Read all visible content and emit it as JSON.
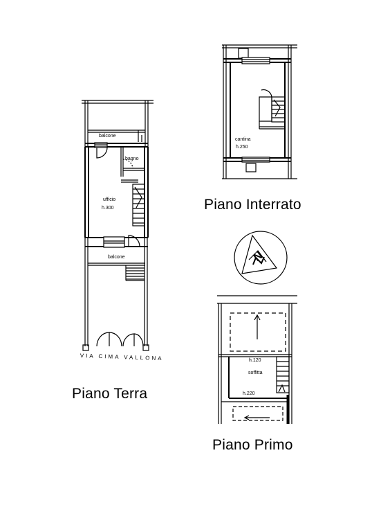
{
  "piano_terra": {
    "title": "Piano Terra",
    "rooms": {
      "balcone_top": "balcone",
      "bagno": "bagno",
      "ufficio": "ufficio",
      "ufficio_height": "h.300",
      "balcone_bottom": "balcone"
    },
    "street": "VIA CIMA VALLONA"
  },
  "piano_interrato": {
    "title": "Piano Interrato",
    "rooms": {
      "cantina": "cantina",
      "cantina_height": "h.250"
    }
  },
  "piano_primo": {
    "title": "Piano Primo",
    "rooms": {
      "height_low": "h.120",
      "soffitta": "soffitta",
      "height_high": "h.220"
    }
  },
  "compass": {
    "icon": "north-arrow-icon",
    "letter": "N"
  }
}
